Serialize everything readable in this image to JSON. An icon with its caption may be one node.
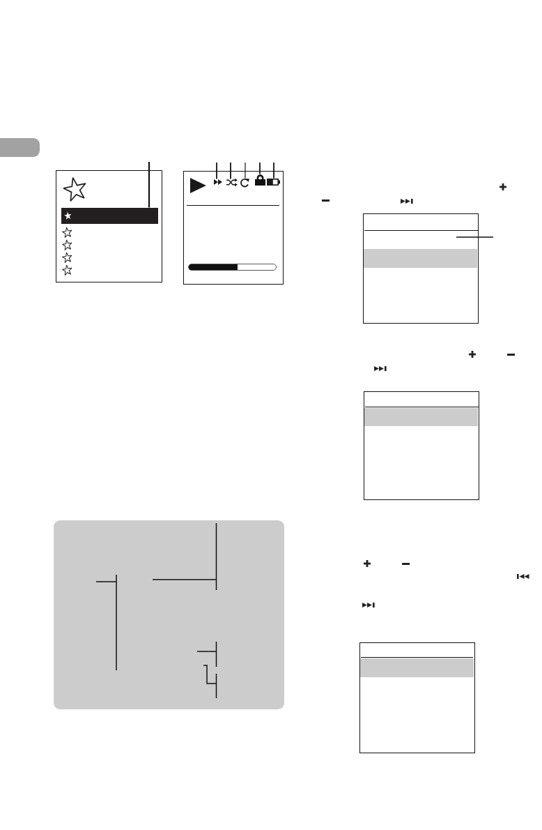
{
  "diagram": {
    "nodes": [
      {
        "text": [],
        "shape": "box"
      },
      {
        "text": [],
        "shape": "box"
      },
      {
        "text": [],
        "shape": "bar",
        "in": 1
      },
      {
        "text": [],
        "shape": "box"
      },
      {
        "text": [],
        "shape": "picture",
        "in": 3
      },
      {
        "text": [],
        "shape": "picture",
        "in": 3
      },
      {
        "text": [],
        "shape": "picture",
        "in": 3
      },
      {
        "text": [],
        "shape": "picture",
        "in": 3
      },
      {
        "text": [],
        "shape": "picture",
        "in": 3
      },
      {
        "text": [],
        "shape": "box"
      },
      {
        "text": [],
        "shape": "box"
      },
      {
        "text": [],
        "shape": "bar",
        "in": 10
      },
      {
        "text": [],
        "shape": "box"
      },
      {
        "text": [],
        "shape": "bar",
        "in": 12
      },
      {
        "text": [],
        "shape": "box"
      },
      {
        "text": [],
        "shape": "bar",
        "in": 14
      }
    ],
    "edges": [
      {
        "from": null,
        "to": 2,
        "arrow": "none"
      },
      {
        "from": null,
        "to": 4,
        "arrow": "none"
      },
      {
        "from": null,
        "to": 5,
        "arrow": "none"
      },
      {
        "from": null,
        "to": 6,
        "arrow": "none"
      },
      {
        "from": null,
        "to": 7,
        "arrow": "none"
      },
      {
        "from": null,
        "to": 8,
        "arrow": "none"
      },
      {
        "from": null,
        "to": 10,
        "arrow": "none"
      }
    ]
  }
}
